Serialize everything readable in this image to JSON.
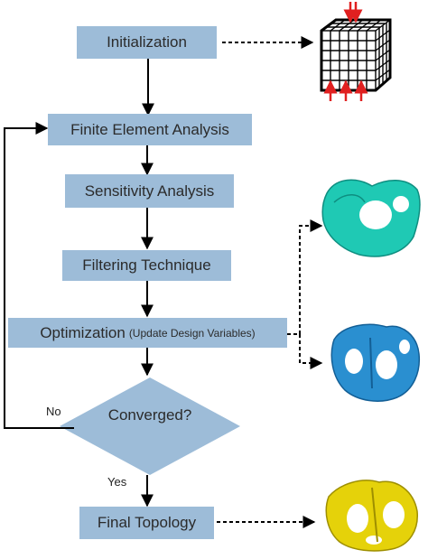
{
  "flowchart": {
    "steps": {
      "initialization": "Initialization",
      "fea": "Finite Element Analysis",
      "sensitivity": "Sensitivity Analysis",
      "filtering": "Filtering Technique",
      "optimization": "Optimization",
      "optimization_sub": "(Update Design Variables)",
      "converged": "Converged?",
      "final": "Final Topology"
    },
    "edges": {
      "no_label": "No",
      "yes_label": "Yes"
    },
    "colors": {
      "box_fill": "#9dbcd8",
      "arrow": "#000000",
      "load_arrows": "#e02020",
      "shape_teal": "#1fc9b4",
      "shape_blue": "#2a8fd0",
      "shape_yellow": "#e5d20a"
    },
    "illustrations": [
      "mesh-cube-icon",
      "teal-topology-icon",
      "blue-topology-icon",
      "yellow-topology-icon"
    ]
  }
}
